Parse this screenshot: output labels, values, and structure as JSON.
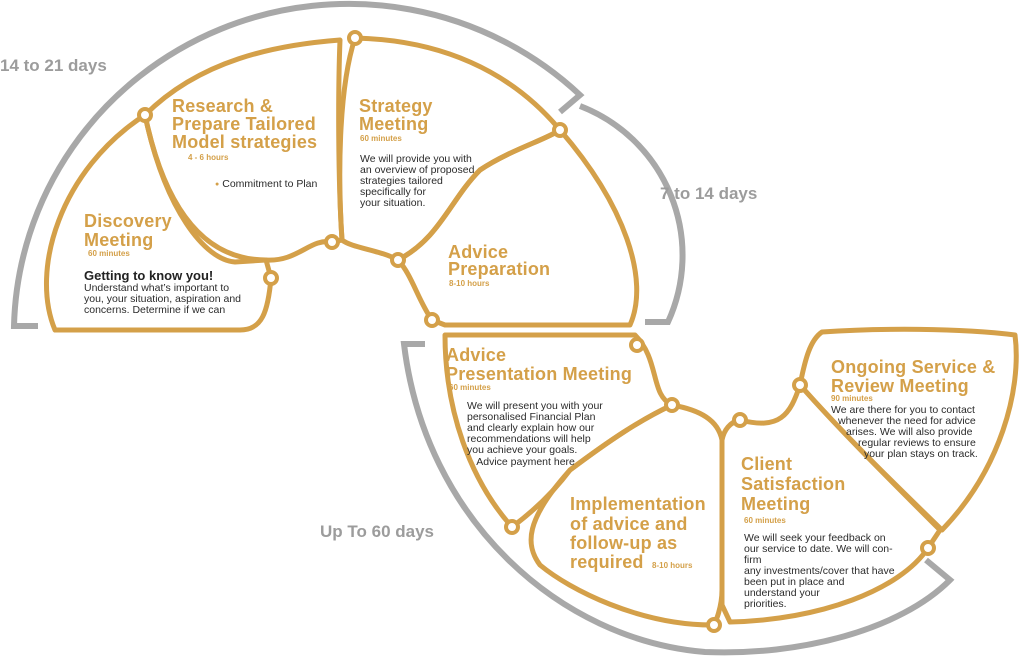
{
  "ranges": {
    "r1": "14 to 21 days",
    "r2": "7 to 14 days",
    "r3": "Up To 60 days"
  },
  "stages": {
    "discovery": {
      "title_l1": "Discovery",
      "title_l2": "Meeting",
      "duration": "60 minutes",
      "subtitle": "Getting to know you!",
      "body": [
        "Understand what’s important to",
        "you, your situation, aspiration and",
        "concerns. Determine if we can"
      ]
    },
    "research": {
      "title_l1": "Research &",
      "title_l2": "Prepare Tailored",
      "title_l3": "Model strategies",
      "duration": "4 - 6 hours",
      "bullet": "Commitment to Plan"
    },
    "strategy": {
      "title_l1": "Strategy",
      "title_l2": "Meeting",
      "duration": "60 minutes",
      "body": [
        "We will provide you with",
        "an overview of proposed",
        "strategies tailored",
        "specifically for",
        "your situation."
      ]
    },
    "advice_prep": {
      "title_l1": "Advice",
      "title_l2": "Preparation",
      "duration": "8-10 hours"
    },
    "advice_presentation": {
      "title_l1": "Advice",
      "title_l2": "Presentation Meeting",
      "duration": "60 minutes",
      "body": [
        "We will present you with your",
        "personalised Financial Plan",
        "and clearly explain how our",
        "recommendations will help",
        "you achieve your goals."
      ],
      "bullet": "Advice payment here"
    },
    "implementation": {
      "title_l1": "Implementation",
      "title_l2": "of advice and",
      "title_l3": "follow-up as",
      "title_l4": "required",
      "duration": "8-10 hours"
    },
    "client_satisfaction": {
      "title_l1": "Client",
      "title_l2": "Satisfaction",
      "title_l3": "Meeting",
      "duration": "60 minutes",
      "body": [
        "We will seek your feedback on",
        "our service to date. We will con-",
        "firm",
        "any investments/cover that have",
        "been put in place and",
        "understand your",
        "priorities."
      ]
    },
    "ongoing": {
      "title_l1": "Ongoing Service &",
      "title_l2": "Review Meeting",
      "duration": "90 minutes",
      "body": [
        "We are there for you to contact",
        "whenever the need for advice",
        "arises. We will also provide",
        "regular reviews to ensure",
        "your plan stays on track."
      ]
    }
  },
  "colors": {
    "gold": "#d4a049",
    "gray": "#a8a8a8",
    "text": "#2b2b2b"
  }
}
